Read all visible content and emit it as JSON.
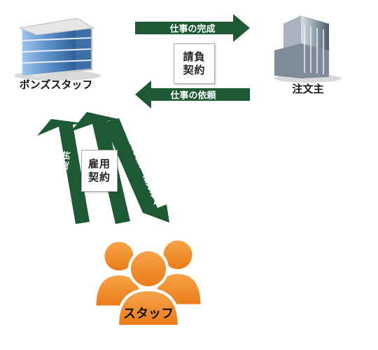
{
  "entities": {
    "company": "ボンズスタッフ",
    "client": "注文主",
    "staff": "スタッフ"
  },
  "arrows": {
    "completion": "仕事の完成",
    "request": "仕事の依頼",
    "labor": "労務の提供",
    "wages_and_orders": "賃金の支払　指揮命令"
  },
  "contracts": {
    "ukeoi_line1": "請負",
    "ukeoi_line2": "契約",
    "koyo_line1": "雇用",
    "koyo_line2": "契約"
  },
  "colors": {
    "arrow": "#1d5a34",
    "staff": "#f08a28",
    "building_glass": "#5b8fc9"
  }
}
